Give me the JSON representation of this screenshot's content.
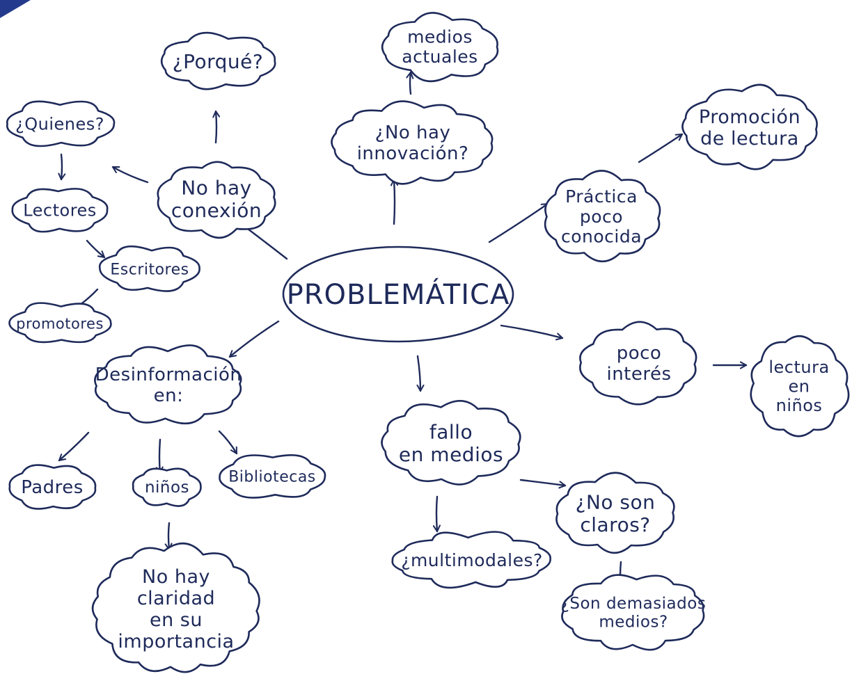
{
  "colors": {
    "ink": "#1e2a5a",
    "corner": "#243a8c",
    "background": "#ffffff"
  },
  "center": {
    "label": "PROBLEMÁTICA"
  },
  "nodes": {
    "porque": {
      "lines": [
        "¿Porqué?"
      ]
    },
    "quienes": {
      "lines": [
        "¿Quienes?"
      ]
    },
    "lectores": {
      "lines": [
        "Lectores"
      ]
    },
    "escritores": {
      "lines": [
        "Escritores"
      ]
    },
    "promotores": {
      "lines": [
        "promotores"
      ]
    },
    "no_conexion": {
      "lines": [
        "No hay",
        "conexión"
      ]
    },
    "desinformacion": {
      "lines": [
        "Desinformación",
        "en:"
      ]
    },
    "padres": {
      "lines": [
        "Padres"
      ]
    },
    "ninos": {
      "lines": [
        "niños"
      ]
    },
    "bibliotecas": {
      "lines": [
        "Bibliotecas"
      ]
    },
    "no_claridad": {
      "lines": [
        "No hay",
        "claridad",
        "en su",
        "importancia"
      ]
    },
    "medios_actuales": {
      "lines": [
        "medios",
        "actuales"
      ]
    },
    "no_innovacion": {
      "lines": [
        "¿No hay",
        "innovación?"
      ]
    },
    "practica": {
      "lines": [
        "Práctica",
        "poco",
        "conocida"
      ]
    },
    "promocion": {
      "lines": [
        "Promoción",
        "de lectura"
      ]
    },
    "poco_interes": {
      "lines": [
        "poco",
        "interés"
      ]
    },
    "lectura_ninos": {
      "lines": [
        "lectura",
        "en",
        "niños"
      ]
    },
    "fallo_medios": {
      "lines": [
        "fallo",
        "en medios"
      ]
    },
    "multimodales": {
      "lines": [
        "¿multimodales?"
      ]
    },
    "no_claros": {
      "lines": [
        "¿No son",
        "claros?"
      ]
    },
    "demasiados": {
      "lines": [
        "¿Son demasiados",
        "medios?"
      ]
    }
  }
}
